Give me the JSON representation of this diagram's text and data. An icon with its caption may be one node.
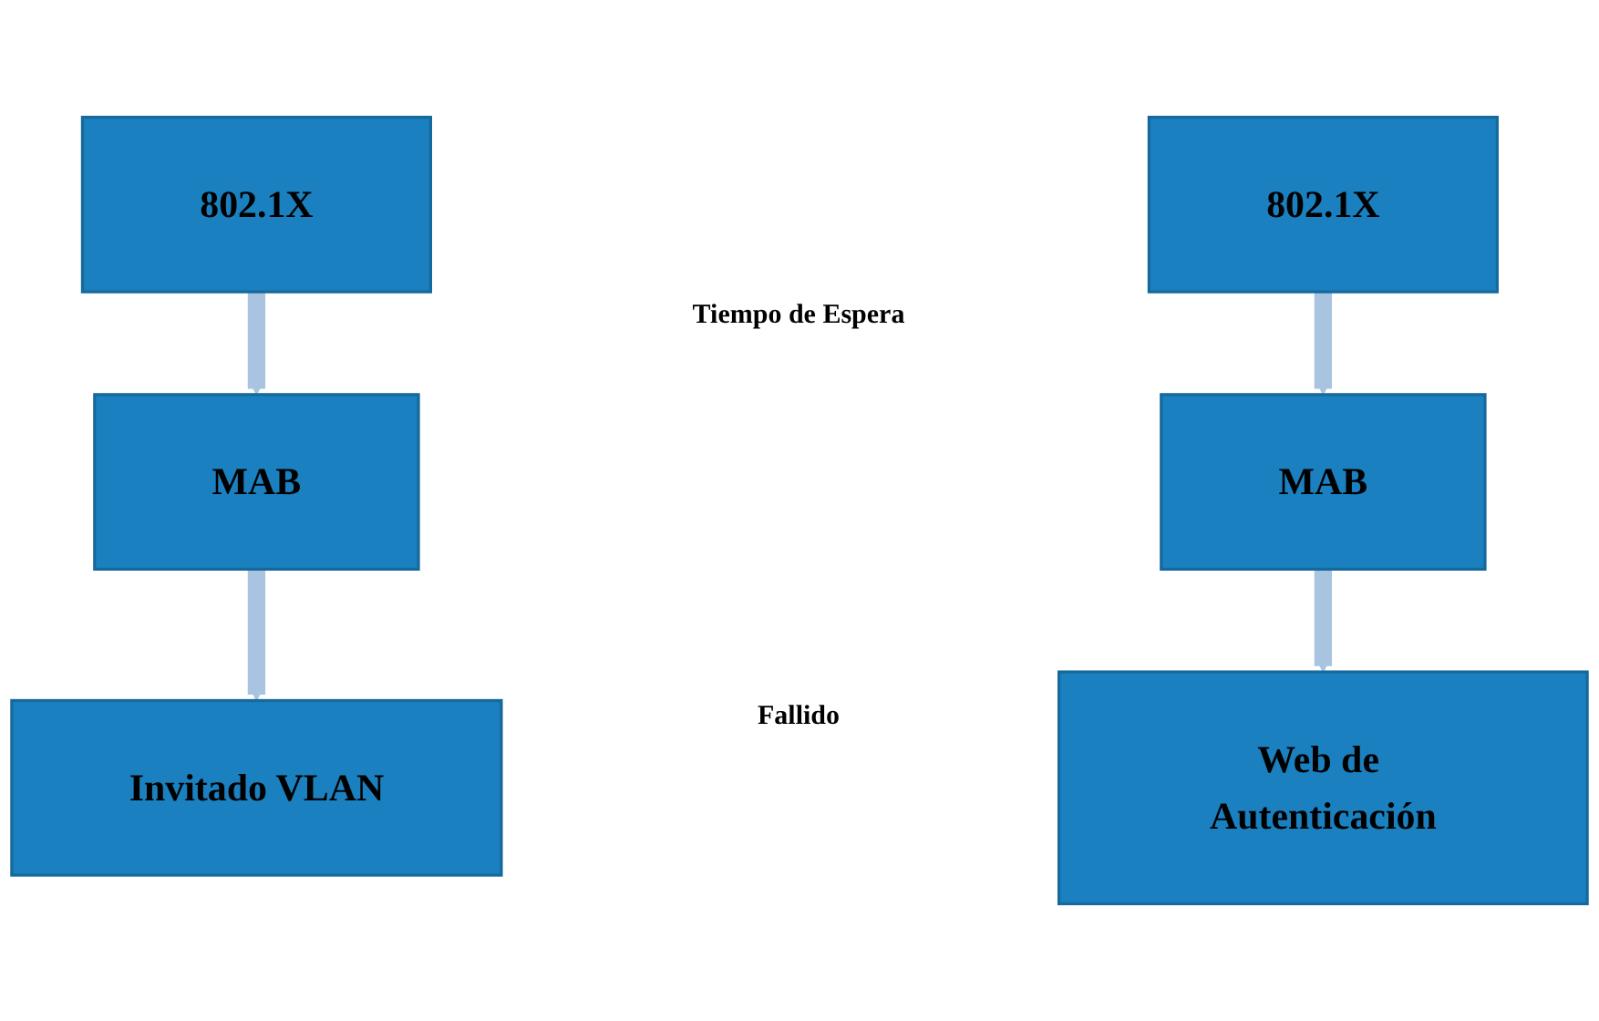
{
  "diagram": {
    "nodes": [
      {
        "text": [
          "802.1X"
        ]
      },
      {
        "text": [
          "MAB"
        ]
      },
      {
        "text": [
          "Invitado VLAN"
        ]
      },
      {
        "text": [
          "802.1X"
        ]
      },
      {
        "text": [
          "MAB"
        ]
      },
      {
        "text": [
          "Web de Autenticación"
        ]
      }
    ],
    "edges": [
      {
        "from": 0,
        "to": 1,
        "arrow": "to"
      },
      {
        "from": 1,
        "to": 2,
        "arrow": "to"
      },
      {
        "from": 3,
        "to": 4,
        "arrow": "to"
      },
      {
        "from": 4,
        "to": 5,
        "arrow": "to"
      }
    ],
    "labels": [
      "Tiempo de Espera",
      "Fallido"
    ]
  }
}
